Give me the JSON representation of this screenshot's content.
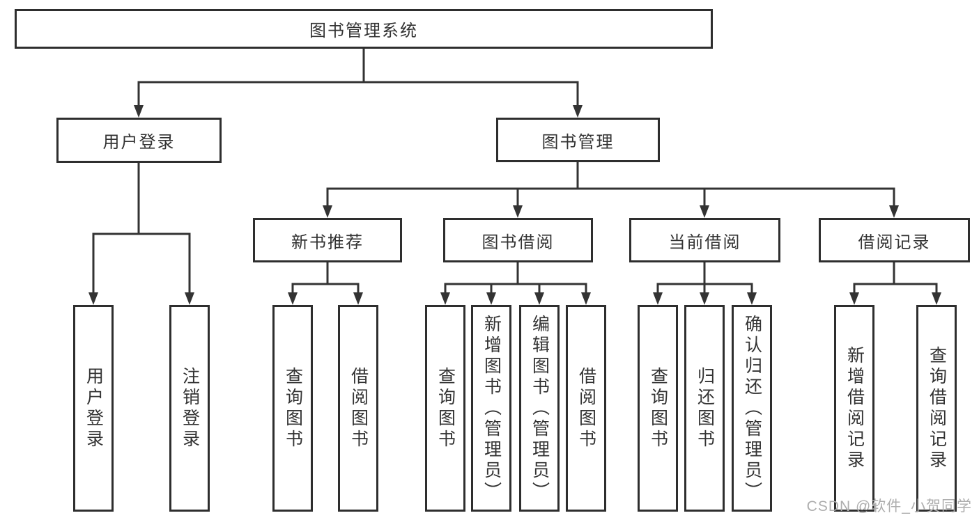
{
  "colors": {
    "line": "#333333",
    "box_border": "#2e2e2e",
    "text": "#333333",
    "background": "#ffffff",
    "watermark": "#aeaeae"
  },
  "watermark": {
    "text": "CSDN @软件_小贺同学"
  },
  "tree": {
    "root": {
      "label": "图书管理系统"
    },
    "branches": [
      {
        "label": "用户登录",
        "children": [
          {
            "label": "用户登录"
          },
          {
            "label": "注销登录"
          }
        ]
      },
      {
        "label": "图书管理",
        "children": [
          {
            "label": "新书推荐",
            "children": [
              {
                "label": "查询图书"
              },
              {
                "label": "借阅图书"
              }
            ]
          },
          {
            "label": "图书借阅",
            "children": [
              {
                "label": "查询图书"
              },
              {
                "label": "新增图书（管理员）"
              },
              {
                "label": "编辑图书（管理员）"
              },
              {
                "label": "借阅图书"
              }
            ]
          },
          {
            "label": "当前借阅",
            "children": [
              {
                "label": "查询图书"
              },
              {
                "label": "归还图书"
              },
              {
                "label": "确认归还（管理员）"
              }
            ]
          },
          {
            "label": "借阅记录",
            "children": [
              {
                "label": "新增借阅记录"
              },
              {
                "label": "查询借阅记录"
              }
            ]
          }
        ]
      }
    ]
  }
}
